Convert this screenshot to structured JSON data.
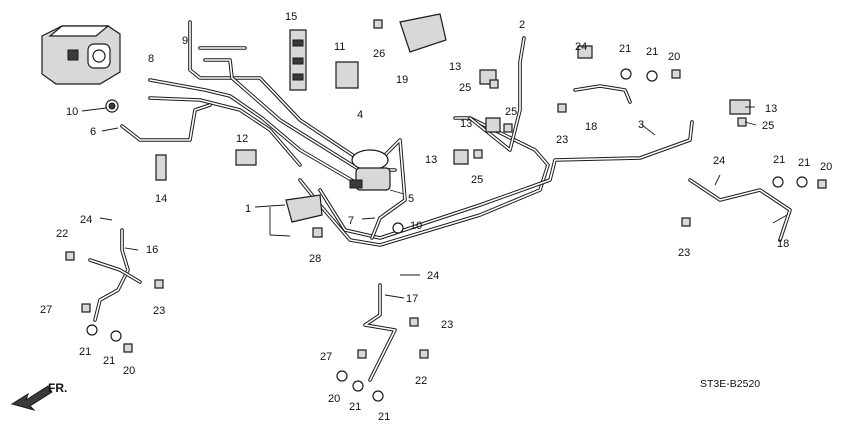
{
  "diagram_code": "ST3E-B2520",
  "direction_label": "FR.",
  "callouts": [
    {
      "id": "c1",
      "text": "1"
    },
    {
      "id": "c2",
      "text": "2"
    },
    {
      "id": "c3",
      "text": "3"
    },
    {
      "id": "c4",
      "text": "4"
    },
    {
      "id": "c5",
      "text": "5"
    },
    {
      "id": "c6",
      "text": "6"
    },
    {
      "id": "c7",
      "text": "7"
    },
    {
      "id": "c8",
      "text": "8"
    },
    {
      "id": "c9",
      "text": "9"
    },
    {
      "id": "c10a",
      "text": "10"
    },
    {
      "id": "c10b",
      "text": "10"
    },
    {
      "id": "c11",
      "text": "11"
    },
    {
      "id": "c12",
      "text": "12"
    },
    {
      "id": "c13a",
      "text": "13"
    },
    {
      "id": "c13b",
      "text": "13"
    },
    {
      "id": "c13c",
      "text": "13"
    },
    {
      "id": "c13d",
      "text": "13"
    },
    {
      "id": "c14",
      "text": "14"
    },
    {
      "id": "c15",
      "text": "15"
    },
    {
      "id": "c16",
      "text": "16"
    },
    {
      "id": "c17",
      "text": "17"
    },
    {
      "id": "c18a",
      "text": "18"
    },
    {
      "id": "c18b",
      "text": "18"
    },
    {
      "id": "c19",
      "text": "19"
    },
    {
      "id": "c20a",
      "text": "20"
    },
    {
      "id": "c20b",
      "text": "20"
    },
    {
      "id": "c20c",
      "text": "20"
    },
    {
      "id": "c20d",
      "text": "20"
    },
    {
      "id": "c21a",
      "text": "21"
    },
    {
      "id": "c21b",
      "text": "21"
    },
    {
      "id": "c21c",
      "text": "21"
    },
    {
      "id": "c21d",
      "text": "21"
    },
    {
      "id": "c21e",
      "text": "21"
    },
    {
      "id": "c21f",
      "text": "21"
    },
    {
      "id": "c21g",
      "text": "21"
    },
    {
      "id": "c21h",
      "text": "21"
    },
    {
      "id": "c22a",
      "text": "22"
    },
    {
      "id": "c22b",
      "text": "22"
    },
    {
      "id": "c23a",
      "text": "23"
    },
    {
      "id": "c23b",
      "text": "23"
    },
    {
      "id": "c23c",
      "text": "23"
    },
    {
      "id": "c23d",
      "text": "23"
    },
    {
      "id": "c24a",
      "text": "24"
    },
    {
      "id": "c24b",
      "text": "24"
    },
    {
      "id": "c24c",
      "text": "24"
    },
    {
      "id": "c24d",
      "text": "24"
    },
    {
      "id": "c25a",
      "text": "25"
    },
    {
      "id": "c25b",
      "text": "25"
    },
    {
      "id": "c25c",
      "text": "25"
    },
    {
      "id": "c25d",
      "text": "25"
    },
    {
      "id": "c26",
      "text": "26"
    },
    {
      "id": "c27a",
      "text": "27"
    },
    {
      "id": "c27b",
      "text": "27"
    },
    {
      "id": "c28",
      "text": "28"
    }
  ]
}
